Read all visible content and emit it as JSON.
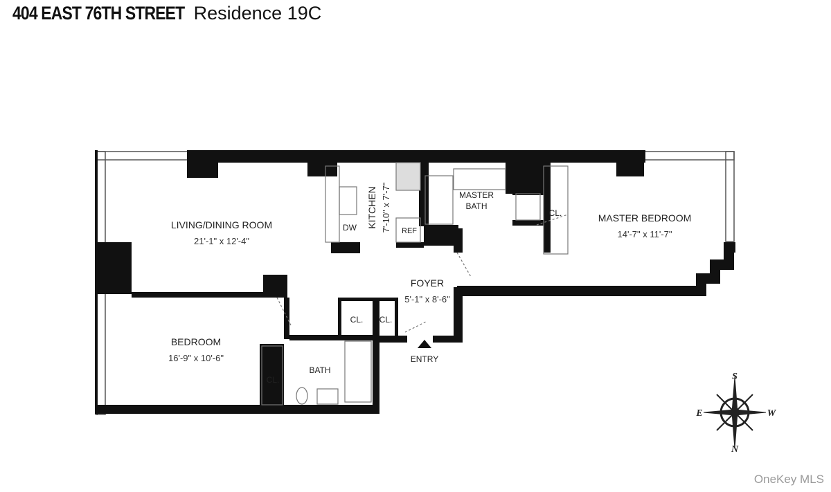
{
  "header": {
    "address": "404 EAST 76TH STREET",
    "residence": "Residence 19C"
  },
  "rooms": {
    "living": {
      "name": "LIVING/DINING ROOM",
      "dims": "21'-1\" x 12'-4\""
    },
    "kitchen": {
      "name": "KITCHEN",
      "dims": "7'-10\" x 7'-7\""
    },
    "dw": "DW",
    "ref": "REF",
    "master_bath": {
      "line1": "MASTER",
      "line2": "BATH"
    },
    "master_bedroom": {
      "name": "MASTER BEDROOM",
      "dims": "14'-7\" x 11'-7\""
    },
    "foyer": {
      "name": "FOYER",
      "dims": "5'-1\" x 8'-6\""
    },
    "closet1": "CL.",
    "closet2": "CL.",
    "closet3": "CL.",
    "closet4": "CL.",
    "bedroom": {
      "name": "BEDROOM",
      "dims": "16'-9\" x 10'-6\""
    },
    "bath": {
      "name": "BATH"
    },
    "entry": "ENTRY"
  },
  "compass": {
    "s": "S",
    "e": "E",
    "w": "W",
    "n": "N"
  },
  "watermark": "OneKey MLS"
}
